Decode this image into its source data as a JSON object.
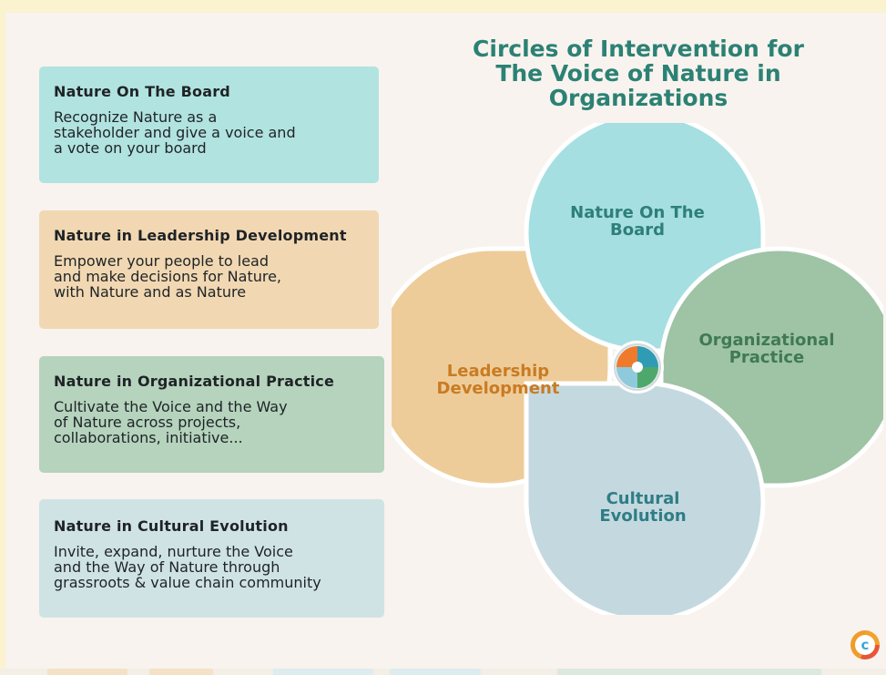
{
  "colors": {
    "teal_card": "#b1e3e0",
    "sand_card": "#f1d8b3",
    "green_card": "#b5d3bd",
    "blue_card": "#cfe3e5",
    "teal_petal": "#a5dfe1",
    "sand_petal": "#eecc99",
    "green_petal": "#9fc3a5",
    "blue_petal": "#c4d9df",
    "title": "#2c8174",
    "sand_label": "#c97b23"
  },
  "diagram": {
    "title": "Circles of Intervention for The Voice of Nature in Organizations",
    "petals": [
      {
        "line1": "Nature On The",
        "line2": "Board"
      },
      {
        "line1": "Organizational",
        "line2": "Practice"
      },
      {
        "line1": "Cultural",
        "line2": "Evolution"
      },
      {
        "line1": "Leadership",
        "line2": "Development"
      }
    ],
    "center_icon": "four-elements-emblem-icon"
  },
  "cards": [
    {
      "title": "Nature On The Board",
      "lines": [
        "Recognize Nature as a",
        "stakeholder and give a voice and",
        "a vote on your board"
      ]
    },
    {
      "title": "Nature in Leadership Development",
      "lines": [
        "Empower your people to lead",
        "and make decisions for Nature,",
        "with Nature and as Nature"
      ]
    },
    {
      "title": "Nature in Organizational Practice",
      "lines": [
        "Cultivate the Voice and the Way",
        "of Nature across projects,",
        "collaborations, initiative..."
      ]
    },
    {
      "title": "Nature in Cultural Evolution",
      "lines": [
        "Invite, expand, nurture the Voice",
        "and the Way of Nature through",
        "grassroots & value chain community"
      ]
    }
  ],
  "logo": {
    "letter": "c",
    "icon": "canva-logo-icon"
  }
}
